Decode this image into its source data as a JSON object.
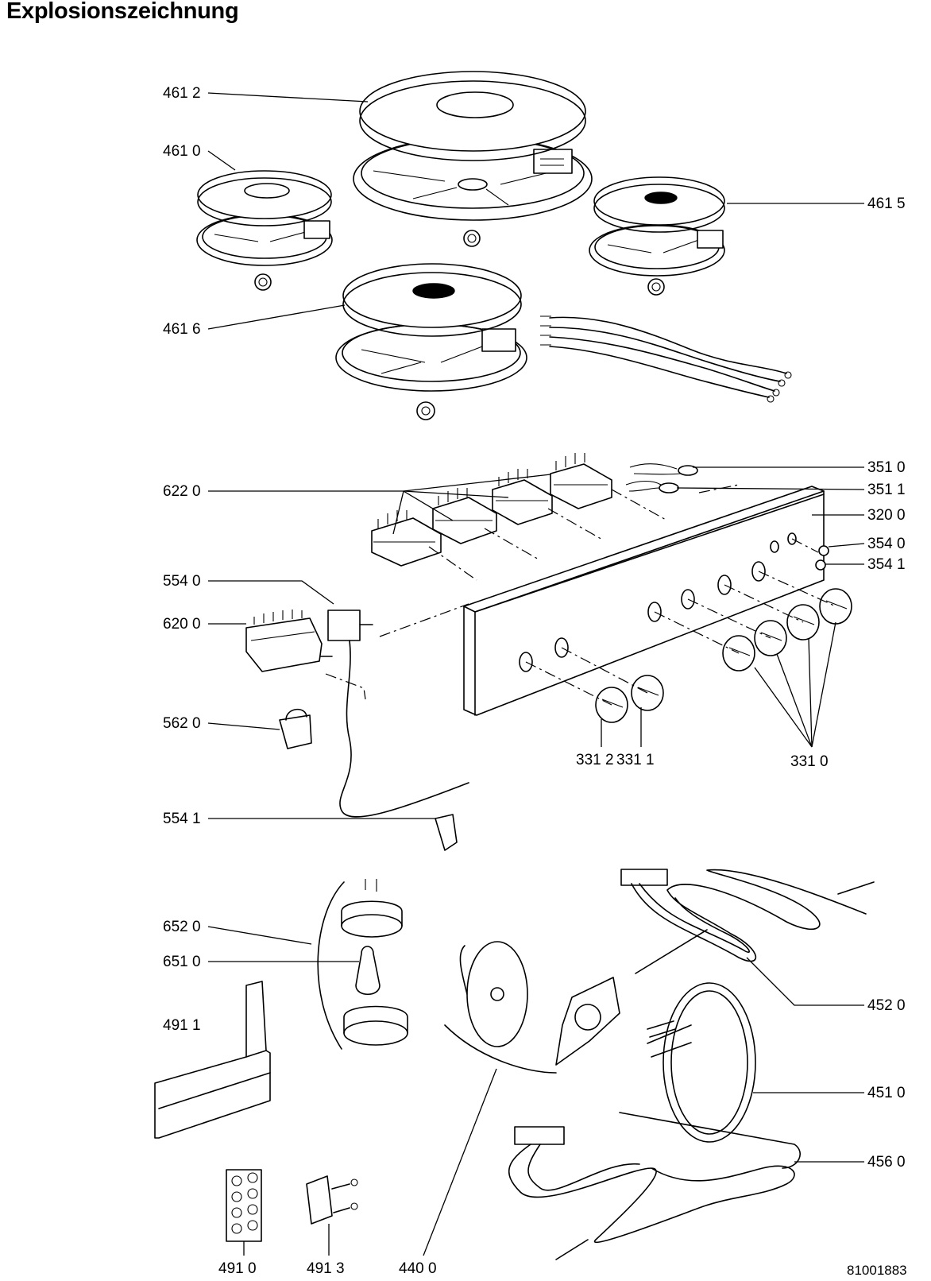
{
  "title": "Explosionszeichnung",
  "drawing_number": "81001883",
  "part_labels": [
    {
      "id": "4612",
      "text": "461 2"
    },
    {
      "id": "4610",
      "text": "461 0"
    },
    {
      "id": "4615",
      "text": "461 5"
    },
    {
      "id": "4616",
      "text": "461 6"
    },
    {
      "id": "3510",
      "text": "351 0"
    },
    {
      "id": "3511",
      "text": "351 1"
    },
    {
      "id": "6220",
      "text": "622 0"
    },
    {
      "id": "3200",
      "text": "320 0"
    },
    {
      "id": "3540",
      "text": "354 0"
    },
    {
      "id": "3541",
      "text": "354 1"
    },
    {
      "id": "5540",
      "text": "554 0"
    },
    {
      "id": "6200",
      "text": "620 0"
    },
    {
      "id": "5620",
      "text": "562 0"
    },
    {
      "id": "3312",
      "text": "331 2"
    },
    {
      "id": "3311",
      "text": "331 1"
    },
    {
      "id": "3310",
      "text": "331 0"
    },
    {
      "id": "5541",
      "text": "554 1"
    },
    {
      "id": "6520",
      "text": "652 0"
    },
    {
      "id": "6510",
      "text": "651 0"
    },
    {
      "id": "4520",
      "text": "452 0"
    },
    {
      "id": "4911",
      "text": "491 1"
    },
    {
      "id": "4510",
      "text": "451 0"
    },
    {
      "id": "4560",
      "text": "456 0"
    },
    {
      "id": "4910",
      "text": "491 0"
    },
    {
      "id": "4913",
      "text": "491 3"
    },
    {
      "id": "4400",
      "text": "440 0"
    }
  ]
}
